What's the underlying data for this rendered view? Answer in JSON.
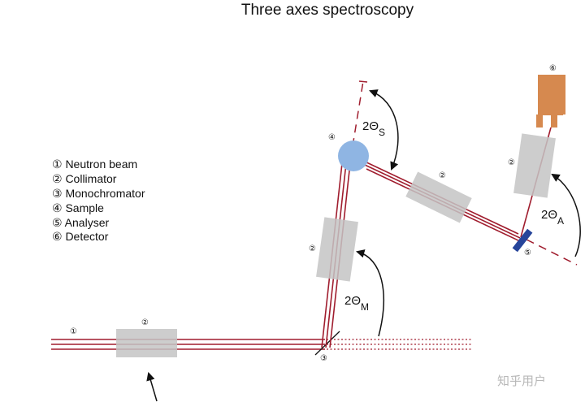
{
  "title": "Three axes spectroscopy",
  "legend": [
    "① Neutron beam",
    "② Collimator",
    "③ Monochromator",
    "④ Sample",
    "⑤ Analyser",
    "⑥ Detector"
  ],
  "markers": {
    "m1": "①",
    "m2_main": "②",
    "m2_mono": "②",
    "m2_sample": "②",
    "m2_analyser": "②",
    "m3": "③",
    "m4": "④",
    "m5": "⑤",
    "m6": "⑥"
  },
  "angles": {
    "mono": {
      "prefix": "2Θ",
      "sub": "M"
    },
    "sample": {
      "prefix": "2Θ",
      "sub": "S"
    },
    "analyser": {
      "prefix": "2Θ",
      "sub": "A"
    }
  },
  "watermark": "知乎用户",
  "colors": {
    "beam": "#a01d2e",
    "collimator": "#c4c4c4",
    "sample": "#8fb5e3",
    "analyser": "#26449a",
    "detector": "#d6894f",
    "arrow": "#111111"
  }
}
